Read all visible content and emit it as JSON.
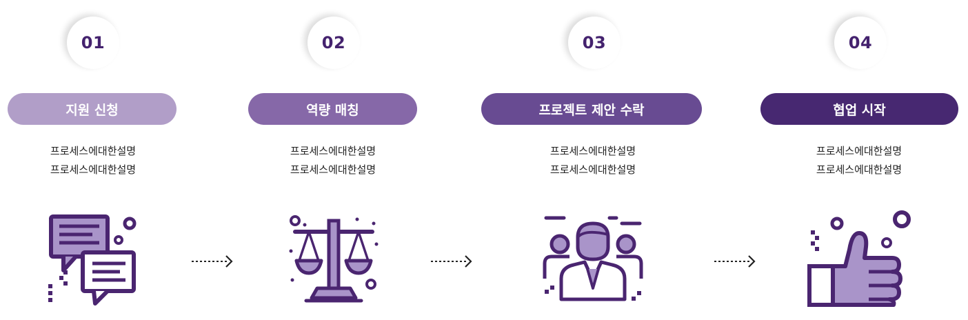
{
  "colors": {
    "step1": "#b19ec8",
    "step2": "#8668a8",
    "step3": "#684b92",
    "step4": "#472871",
    "icon_stroke": "#4a2570",
    "icon_fill": "#a994c9"
  },
  "steps": [
    {
      "number": "01",
      "title": "지원 신청",
      "desc": [
        "프로세스에대한설명",
        "프로세스에대한설명"
      ],
      "icon": "chat-bubbles-icon"
    },
    {
      "number": "02",
      "title": "역량 매칭",
      "desc": [
        "프로세스에대한설명",
        "프로세스에대한설명"
      ],
      "icon": "balance-scale-icon"
    },
    {
      "number": "03",
      "title": "프로젝트 제안 수락",
      "desc": [
        "프로세스에대한설명",
        "프로세스에대한설명"
      ],
      "icon": "team-people-icon"
    },
    {
      "number": "04",
      "title": "협업 시작",
      "desc": [
        "프로세스에대한설명",
        "프로세스에대한설명"
      ],
      "icon": "thumbs-up-icon"
    }
  ],
  "connectors": [
    "dotted-arrow-icon",
    "dotted-arrow-icon",
    "dotted-arrow-icon"
  ]
}
